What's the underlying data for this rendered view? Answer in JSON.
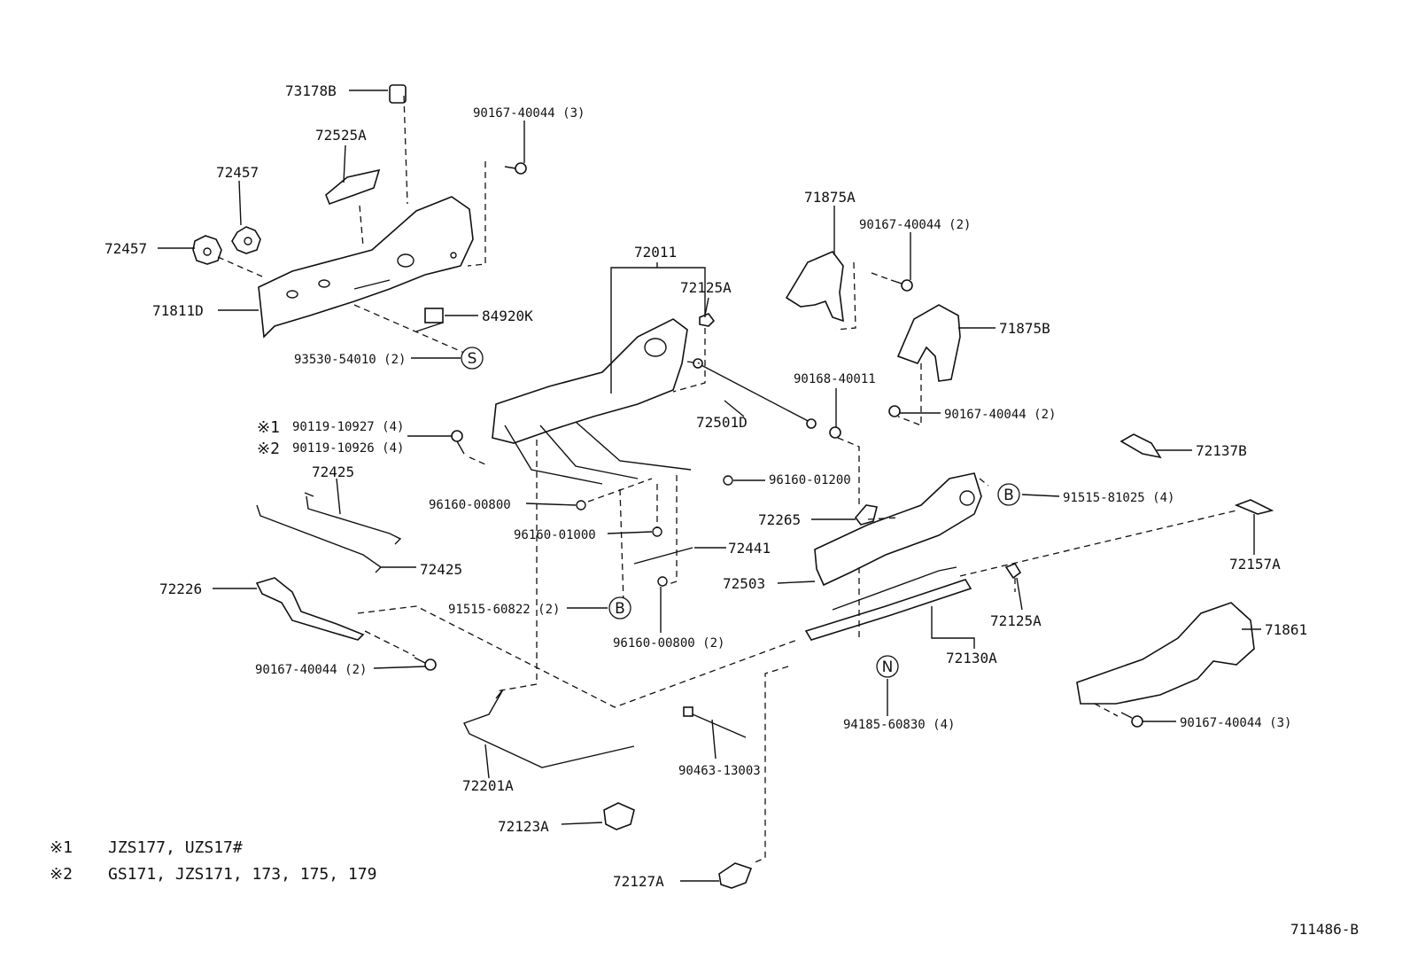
{
  "diagram_id": "711486-B",
  "footnotes": [
    {
      "mark": "※1",
      "models": "JZS177, UZS17#"
    },
    {
      "mark": "※2",
      "models": "GS171, JZS171, 173, 175, 179"
    }
  ],
  "callout_markers": [
    "S",
    "B",
    "B",
    "N"
  ],
  "labels": {
    "p73178B": "73178B",
    "p72525A": "72525A",
    "p72457a": "72457",
    "p72457b": "72457",
    "p71811D": "71811D",
    "p84920K": "84920K",
    "p93530": "93530-54010 (2)",
    "p90167_3_top": "90167-40044 (3)",
    "p72011": "72011",
    "p72125A_top": "72125A",
    "p71875A": "71875A",
    "p90167_2_top": "90167-40044 (2)",
    "p71875B": "71875B",
    "p90168": "90168-40011",
    "p72501D": "72501D",
    "p90167_2_mid": "90167-40044 (2)",
    "p72137B": "72137B",
    "p90119_1": "90119-10927 (4)",
    "p90119_2": "90119-10926 (4)",
    "mark1": "※1",
    "mark2": "※2",
    "p72425a": "72425",
    "p72425b": "72425",
    "p96160_00800": "96160-00800",
    "p96160_01200": "96160-01200",
    "p96160_01000": "96160-01000",
    "p72441": "72441",
    "p72265": "72265",
    "p91515_81025": "91515-81025 (4)",
    "p72157A": "72157A",
    "p72503": "72503",
    "p72226": "72226",
    "p91515_60822": "91515-60822 (2)",
    "p96160_00800_2": "96160-00800 (2)",
    "p72125A_bot": "72125A",
    "p71861": "71861",
    "p72130A": "72130A",
    "p90167_2_left": "90167-40044 (2)",
    "p94185": "94185-60830 (4)",
    "p90167_3_right": "90167-40044 (3)",
    "p90463": "90463-13003",
    "p72201A": "72201A",
    "p72123A": "72123A",
    "p72127A": "72127A"
  }
}
